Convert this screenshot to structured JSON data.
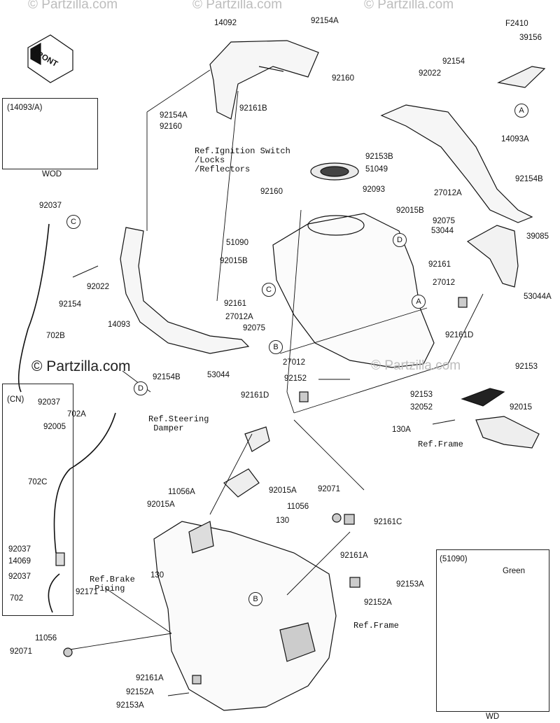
{
  "watermark": "© Partzilla.com",
  "front_label": "FRONT",
  "revision": "F2410",
  "insets": {
    "wod": {
      "header": "(14093/A)",
      "footer": "WOD"
    },
    "cn": {
      "header": "(CN)"
    },
    "wd": {
      "header": "(51090)",
      "color_label": "Green",
      "footer": "WD"
    }
  },
  "refs": {
    "ignition": "Ref.Ignition Switch\n/Locks\n/Reflectors",
    "steering": "Ref.Steering\n Damper",
    "brake": "Ref.Brake\n Piping",
    "frame_upper": "Ref.Frame",
    "frame_lower": "Ref.Frame"
  },
  "callouts": [
    "A",
    "A",
    "B",
    "B",
    "C",
    "C",
    "D",
    "D"
  ],
  "labels": [
    "14092",
    "92154A",
    "92160",
    "92161B",
    "92154A",
    "92160",
    "39156",
    "92154",
    "92022",
    "14093A",
    "92154B",
    "27012A",
    "92075",
    "39085",
    "53044",
    "53044A",
    "92153B",
    "51049",
    "92093",
    "92160",
    "92015B",
    "51090",
    "92015B",
    "92161",
    "27012",
    "92161",
    "27012A",
    "92075",
    "14093",
    "92154B",
    "27012",
    "53044",
    "92152",
    "92161D",
    "92161D",
    "92154",
    "92022",
    "92037",
    "702B",
    "92153",
    "92153",
    "32052",
    "92015",
    "130A",
    "92015A",
    "11056A",
    "92015A",
    "92071",
    "11056",
    "130",
    "92161C",
    "92161A",
    "92153A",
    "92152A",
    "130",
    "92171",
    "11056",
    "92071",
    "92161A",
    "92152A",
    "92153A",
    "92037",
    "702A",
    "92005",
    "702C",
    "92037",
    "14069",
    "92037",
    "702"
  ]
}
